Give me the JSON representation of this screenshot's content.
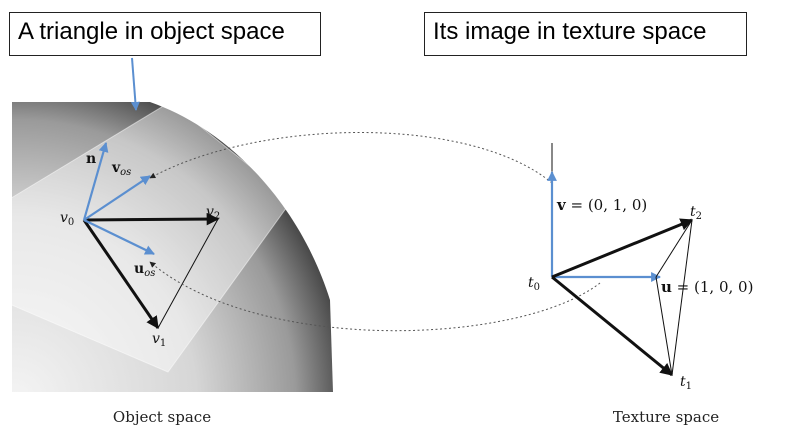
{
  "callouts": {
    "left": "A triangle in object space",
    "right": "Its image in texture space"
  },
  "object_space": {
    "caption": "Object space",
    "labels": {
      "n": "n",
      "v_os_main": "v",
      "v_os_sub": "os",
      "u_os_main": "u",
      "u_os_sub": "os",
      "v0_main": "v",
      "v0_sub": "0",
      "v1_main": "v",
      "v1_sub": "1",
      "v2_main": "v",
      "v2_sub": "2"
    }
  },
  "texture_space": {
    "caption": "Texture space",
    "labels": {
      "v_bold": "v",
      "v_eq": " = (0, 1, 0)",
      "u_bold": "u",
      "u_eq": " = (1, 0, 0)",
      "t0_main": "t",
      "t0_sub": "0",
      "t1_main": "t",
      "t1_sub": "1",
      "t2_main": "t",
      "t2_sub": "2"
    }
  },
  "colors": {
    "accent_blue": "#5b8fd0",
    "arrow_black": "#111111",
    "dotted_curve": "#555555"
  }
}
